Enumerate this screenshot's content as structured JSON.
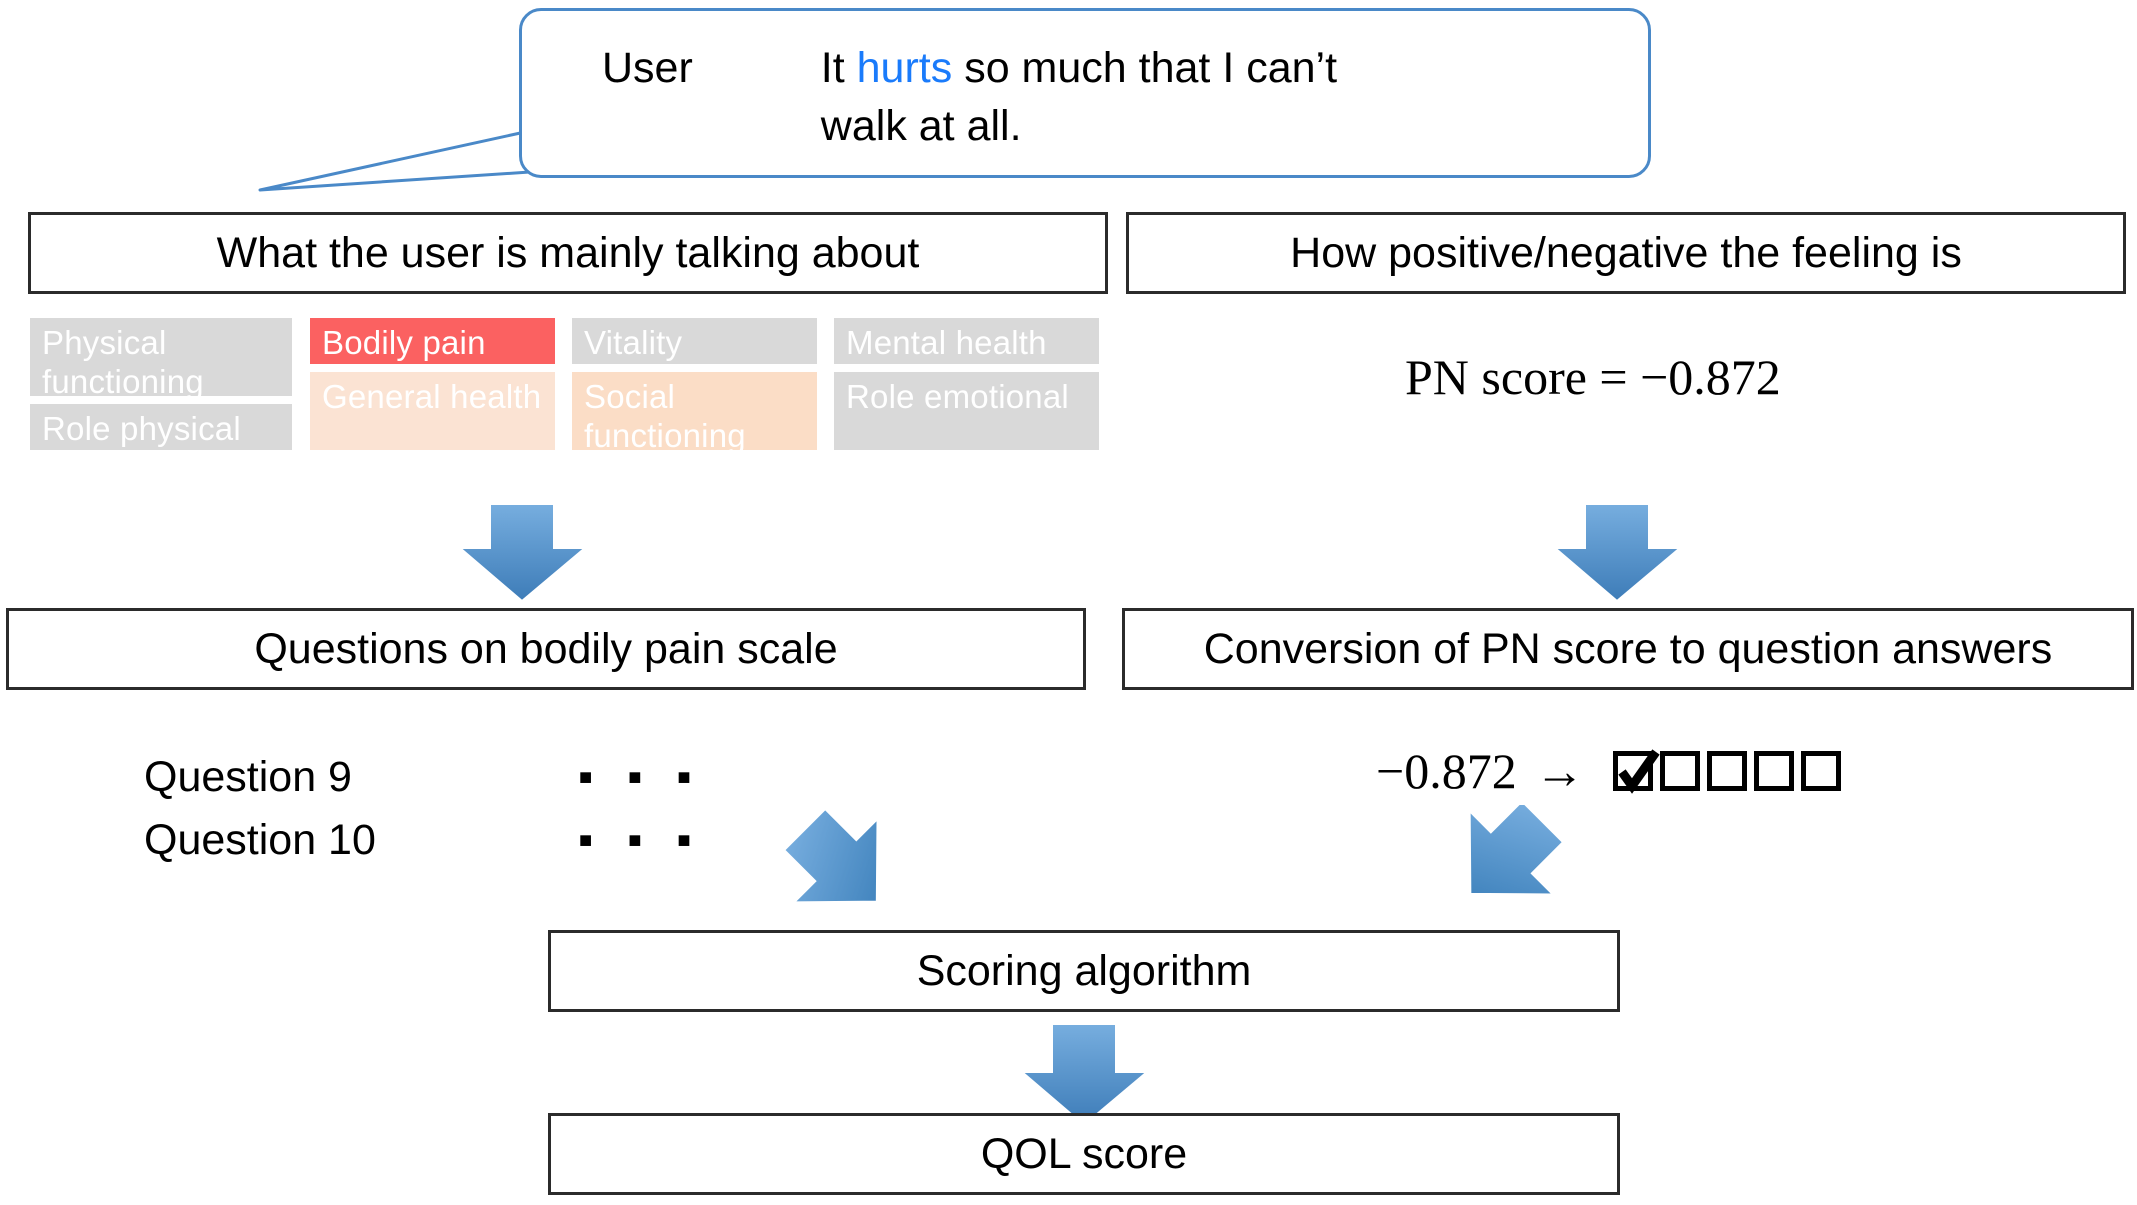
{
  "bubble": {
    "speaker": "User",
    "line1_pre": "It ",
    "line1_highlight": "hurts",
    "line1_post": " so much that I can’t",
    "line2": "walk at all.",
    "highlight_color": "#1a7bfb",
    "border_color": "#4a89c8"
  },
  "left_column": {
    "header": "What the user is mainly talking about",
    "tiles": [
      {
        "label": "Physical functioning",
        "state": "inactive",
        "bg": "#d9d9d9"
      },
      {
        "label": "Role physical",
        "state": "inactive",
        "bg": "#d9d9d9"
      },
      {
        "label": "Bodily pain",
        "state": "selected",
        "bg": "#fb6161"
      },
      {
        "label": "General health",
        "state": "partial",
        "bg": "#fbe3d3"
      },
      {
        "label": "Vitality",
        "state": "inactive",
        "bg": "#d9d9d9"
      },
      {
        "label": "Social functioning",
        "state": "partial",
        "bg": "#fbddc6"
      },
      {
        "label": "Mental health",
        "state": "inactive",
        "bg": "#d9d9d9"
      },
      {
        "label": "Role emotional",
        "state": "inactive",
        "bg": "#d9d9d9"
      }
    ],
    "questions_box": "Questions on bodily pain scale",
    "questions": [
      {
        "label": "Question 9",
        "value": "▪ ▪ ▪"
      },
      {
        "label": "Question 10",
        "value": "▪ ▪ ▪"
      }
    ]
  },
  "right_column": {
    "header": "How positive/negative the feeling is",
    "pn_score": "PN score = −0.872",
    "conversion_box": "Conversion of PN score to question answers",
    "conversion_value": "−0.872",
    "conversion_arrow": "→",
    "checkbox_count": 5,
    "checkbox_checked_index": 0
  },
  "bottom": {
    "scoring_box": "Scoring algorithm",
    "result_box": "QOL score"
  },
  "arrows": {
    "color_light": "#6ba7de",
    "color_dark": "#3d7cb8",
    "names": [
      "tiles-to-questions-arrow",
      "pn-to-conversion-arrow",
      "questions-to-scoring-arrow",
      "conversion-to-scoring-arrow",
      "scoring-to-qol-arrow"
    ]
  }
}
